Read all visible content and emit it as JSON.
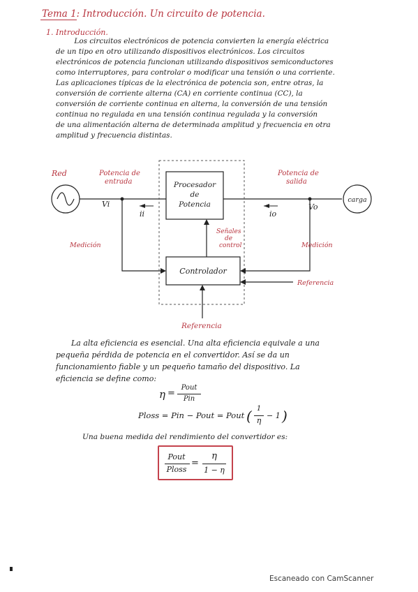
{
  "header": {
    "title": "Tema 1: Introducción. Un circuito de potencia.",
    "section": "1. Introducción."
  },
  "intro": {
    "lines": [
      "        Los circuitos electrónicos de potencia convierten la energía eléctrica",
      "de un tipo en otro utilizando dispositivos electrónicos. Los circuitos",
      "electrónicos de potencia funcionan utilizando dispositivos semiconductores",
      "como interruptores, para controlar o modificar una tensión o una corriente.",
      "Las aplicaciones típicas de la electrónica de potencia son, entre otras, la",
      "conversión de corriente alterna (CA) en corriente continua (CC), la",
      "conversión de corriente continua en alterna, la conversión de una tensión",
      "continua no regulada en una tensión continua regulada y la conversión",
      "de una alimentación alterna de determinada amplitud y frecuencia en otra",
      "amplitud y frecuencia distintas."
    ]
  },
  "diagram": {
    "source": "Red",
    "power_in": [
      "Potencia de",
      "entrada"
    ],
    "vi": "Vi",
    "ii": "ii",
    "processor": [
      "Procesador",
      "de",
      "Potencia"
    ],
    "power_out": [
      "Potencia de",
      "salida"
    ],
    "io": "io",
    "vo": "Vo",
    "load": "carga",
    "signals": [
      "Señales",
      "de",
      "control"
    ],
    "meas_left": "Medición",
    "meas_right": "Medición",
    "controller": "Controlador",
    "reference": "Referencia",
    "reference_right": "Referencia"
  },
  "efficiency": {
    "lines": [
      "La alta eficiencia es esencial. Una alta eficiencia equivale a una",
      "pequeña pérdida de potencia en el convertidor. Así se da un",
      "funcionamiento fiable y un pequeño tamaño del dispositivo. La",
      "eficiencia se define como:"
    ],
    "eta": "η",
    "eq": "=",
    "pout": "Pout",
    "pin": "Pin",
    "ploss_eq": "Ploss = Pin − Pout = Pout",
    "one": "1",
    "eta2": "η",
    "minus1": "− 1",
    "measure_line": "Una buena medida del rendimiento del convertidor es:",
    "box_pout": "Pout",
    "box_ploss": "Ploss",
    "box_eq": "=",
    "box_eta": "η",
    "box_den": "1 − η"
  },
  "footer": "Escaneado con CamScanner"
}
